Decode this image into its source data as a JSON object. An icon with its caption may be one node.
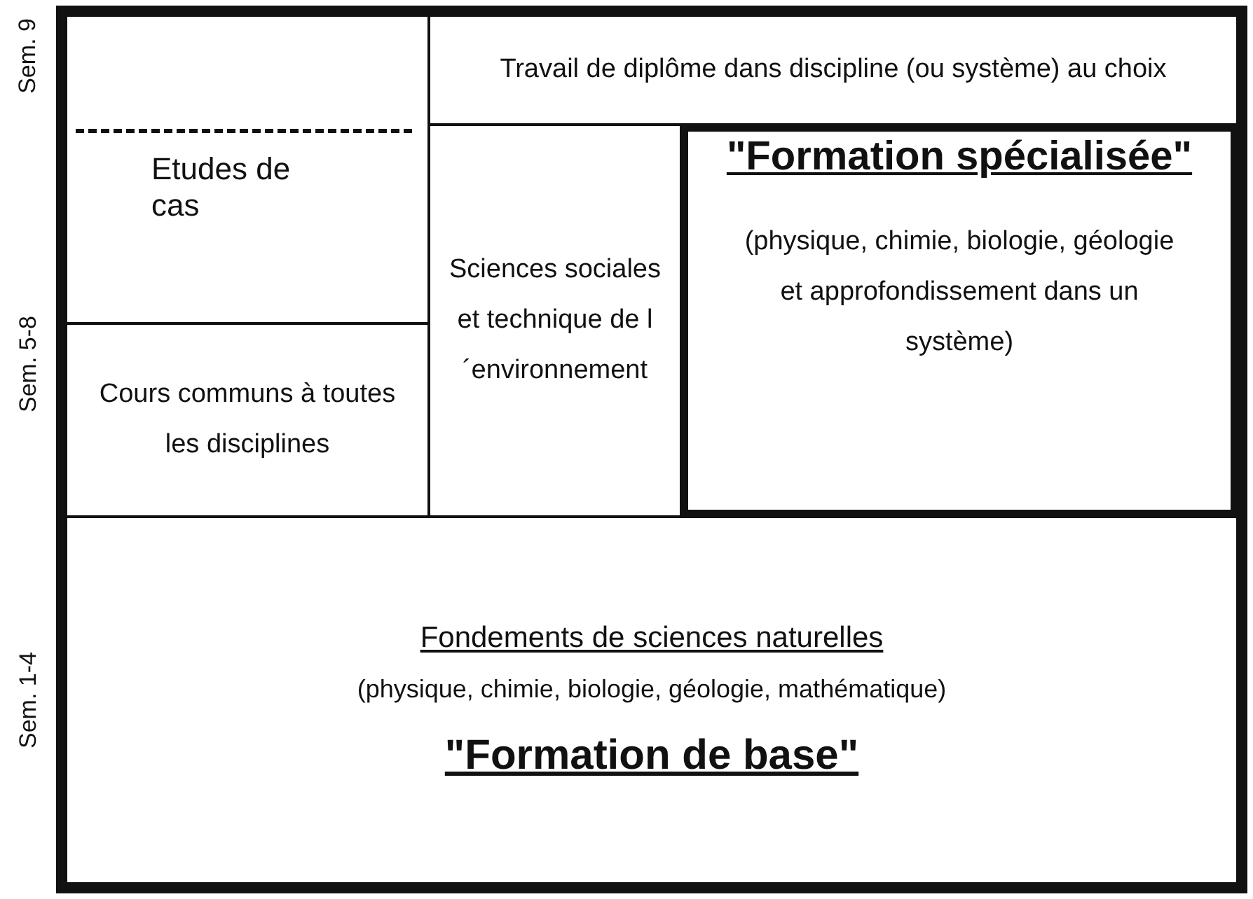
{
  "diagram": {
    "nodes": [
      {
        "text": [
          "Travail de diplôme dans discipline (ou système) au choix"
        ]
      },
      {
        "text": [
          "Etudes de cas"
        ]
      },
      {
        "text": [
          "Sciences sociales et technique de l´environnement"
        ]
      },
      {
        "text": [
          "\"Formation spécialisée\"",
          "(physique, chimie, biologie, géologie et approfondissement dans un système)"
        ]
      },
      {
        "text": [
          "Cours communs à toutes les disciplines"
        ]
      },
      {
        "text": [
          "Fondements de sciences naturelles",
          "(physique, chimie, biologie, géologie, mathématique)",
          "\"Formation de base\""
        ]
      }
    ],
    "labels": [
      "Sem. 9",
      "Sem. 5-8",
      "Sem. 1-4"
    ]
  }
}
